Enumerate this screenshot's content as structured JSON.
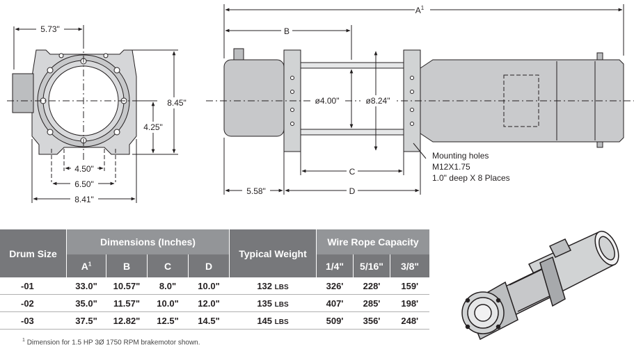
{
  "front_view": {
    "dims": {
      "width_top": "5.73\"",
      "height_total": "8.45\"",
      "height_half": "4.25\"",
      "bolt_inner": "4.50\"",
      "bolt_outer": "6.50\"",
      "base_width": "8.41\""
    }
  },
  "side_view": {
    "dims": {
      "A": "A",
      "A_sup": "1",
      "B": "B",
      "C": "C",
      "D": "D",
      "drum_dia": "ø4.00\"",
      "flange_dia": "ø8.24\"",
      "offset": "5.58\""
    },
    "mounting_note": {
      "line1": "Mounting holes",
      "line2": "M12X1.75",
      "line3": "1.0\" deep X 8 Places"
    }
  },
  "table": {
    "head": {
      "drum_size": "Drum Size",
      "dimensions": "Dimensions (Inches)",
      "typical_weight": "Typical Weight",
      "wire_rope": "Wire Rope Capacity",
      "A": "A",
      "A_sup": "1",
      "B": "B",
      "C": "C",
      "D": "D",
      "r1": "1/4\"",
      "r2": "5/16\"",
      "r3": "3/8\""
    },
    "rows": [
      {
        "drum": "-01",
        "A": "33.0\"",
        "B": "10.57\"",
        "C": "8.0\"",
        "D": "10.0\"",
        "weight": "132",
        "unit": "LBS",
        "r1": "326'",
        "r2": "228'",
        "r3": "159'"
      },
      {
        "drum": "-02",
        "A": "35.0\"",
        "B": "11.57\"",
        "C": "10.0\"",
        "D": "12.0\"",
        "weight": "135",
        "unit": "LBS",
        "r1": "407'",
        "r2": "285'",
        "r3": "198'"
      },
      {
        "drum": "-03",
        "A": "37.5\"",
        "B": "12.82\"",
        "C": "12.5\"",
        "D": "14.5\"",
        "weight": "145",
        "unit": "LBS",
        "r1": "509'",
        "r2": "356'",
        "r3": "248'"
      }
    ]
  },
  "footnote": {
    "sup": "1",
    "text": "Dimension for 1.5 HP 3Ø 1750 RPM brakemotor shown."
  }
}
